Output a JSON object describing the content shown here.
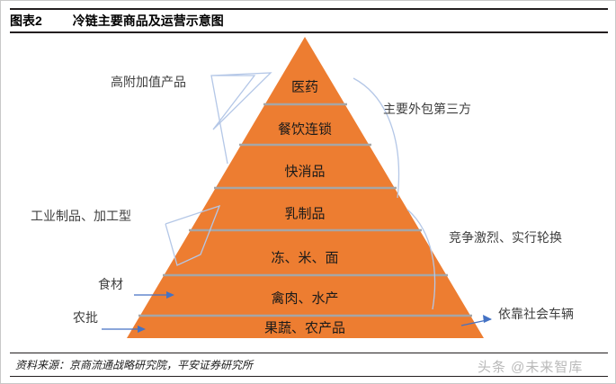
{
  "header": {
    "figure_label": "图表2",
    "title": "冷链主要商品及运营示意图"
  },
  "footer": {
    "source": "资料来源：京商流通战略研究院，平安证券研究所",
    "watermark": "头条 @未来智库"
  },
  "colors": {
    "pyramid_fill": "#ED7D31",
    "divider": "#A6A6A6",
    "connector": "#B4C7E7",
    "rule": "#231F20",
    "label_text": "#3F3F3F",
    "watermark": "#B9B9B9"
  },
  "chart_data": {
    "type": "pyramid",
    "title": "冷链主要商品及运营示意图",
    "tiers": [
      {
        "index": 1,
        "label": "医药"
      },
      {
        "index": 2,
        "label": "餐饮连锁"
      },
      {
        "index": 3,
        "label": "快消品"
      },
      {
        "index": 4,
        "label": "乳制品"
      },
      {
        "index": 5,
        "label": "冻、米、面"
      },
      {
        "index": 6,
        "label": "禽肉、水产"
      },
      {
        "index": 7,
        "label": "果蔬、农产品"
      }
    ],
    "left_annotations": [
      {
        "label": "高附加值产品",
        "connector": "bracket",
        "tiers": [
          1,
          2
        ]
      },
      {
        "label": "工业制品、加工型",
        "connector": "bracket",
        "tiers": [
          4,
          5
        ]
      },
      {
        "label": "食材",
        "connector": "arrow",
        "tiers": [
          6
        ]
      },
      {
        "label": "农批",
        "connector": "arrow",
        "tiers": [
          7
        ]
      }
    ],
    "right_annotations": [
      {
        "label": "主要外包第三方",
        "connector": "brace",
        "tiers": [
          1,
          2,
          3
        ]
      },
      {
        "label": "竞争激烈、实行轮换",
        "connector": "brace",
        "tiers": [
          4,
          5,
          6
        ]
      },
      {
        "label": "依靠社会车辆",
        "connector": "arrow",
        "tiers": [
          7
        ]
      }
    ]
  }
}
